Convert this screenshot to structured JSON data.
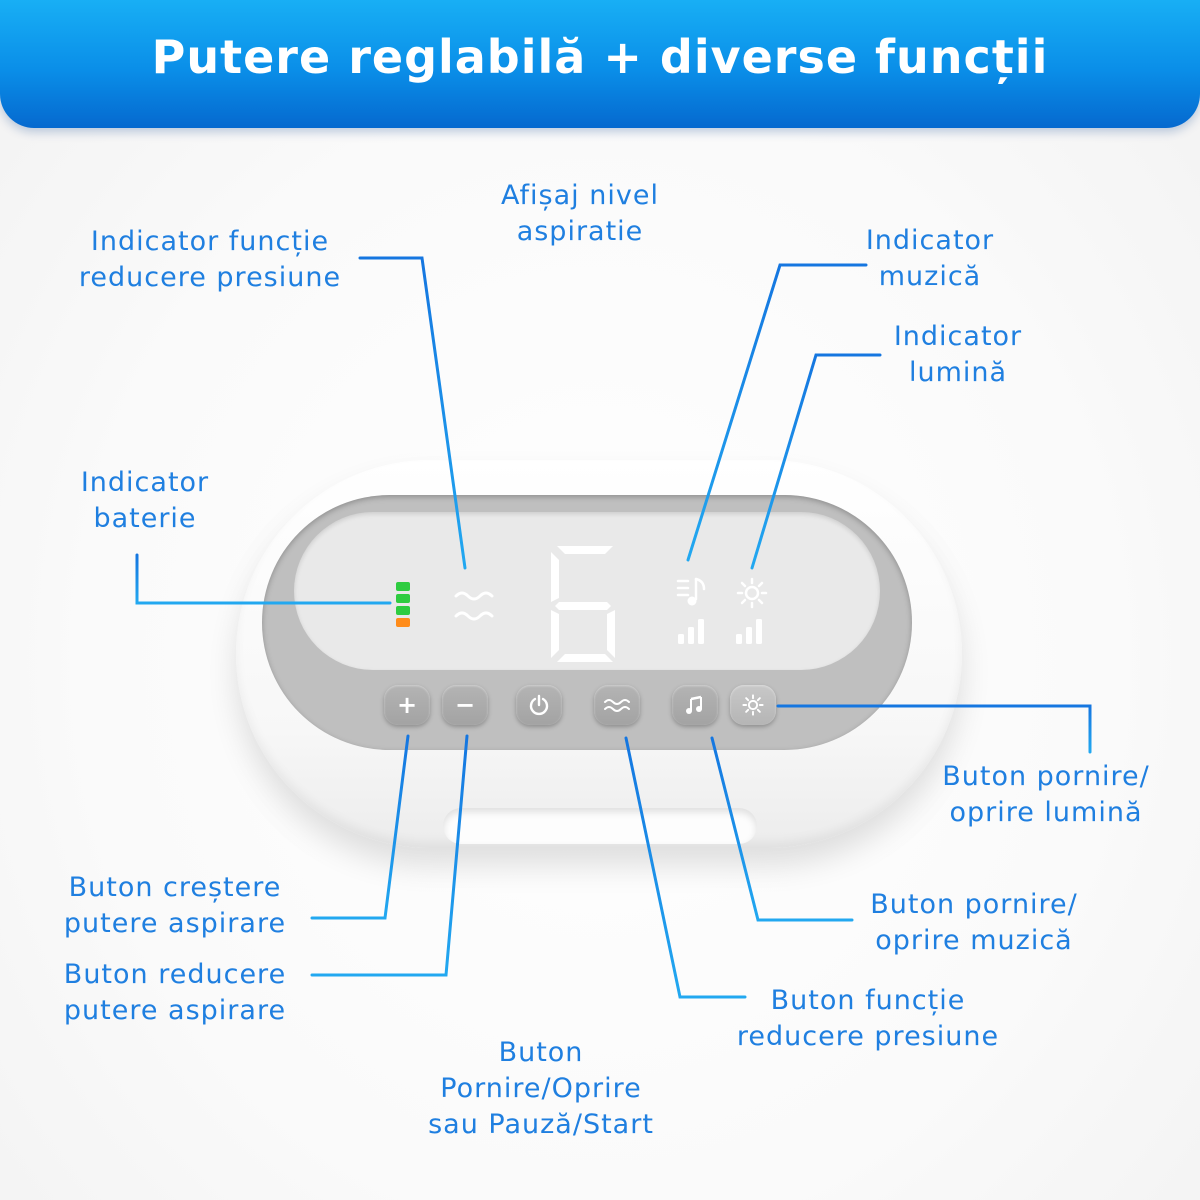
{
  "title": "Putere reglabilă + diverse funcții",
  "display_value": "6",
  "battery": {
    "levels": 4,
    "colors": [
      "#2ecc40",
      "#2ecc40",
      "#2ecc40",
      "#ff8c1a"
    ]
  },
  "colors": {
    "accent": "#1f7fe0",
    "banner_top": "#18aff5",
    "banner_bottom": "#0569cf"
  },
  "buttons": {
    "plus": "+",
    "minus": "−",
    "power_icon": "power-icon",
    "wave_icon": "wave-icon",
    "music_icon": "music-note-icon",
    "light_icon": "sun-icon"
  },
  "labels": {
    "pressure_indicator": [
      "Indicator funcție",
      "reducere presiune"
    ],
    "suction_display": [
      "Afișaj nivel",
      "aspiratie"
    ],
    "music_indicator": [
      "Indicator",
      "muzică"
    ],
    "light_indicator": [
      "Indicator",
      "lumină"
    ],
    "battery_indicator": [
      "Indicator",
      "baterie"
    ],
    "light_button": [
      "Buton pornire/",
      "oprire lumină"
    ],
    "music_button": [
      "Buton pornire/",
      "oprire muzică"
    ],
    "pressure_button": [
      "Buton funcție",
      "reducere presiune"
    ],
    "power_button": [
      "Buton",
      "Pornire/Oprire",
      "sau Pauză/Start"
    ],
    "plus_button": [
      "Buton creștere",
      "putere aspirare"
    ],
    "minus_button": [
      "Buton reducere",
      "putere aspirare"
    ]
  }
}
